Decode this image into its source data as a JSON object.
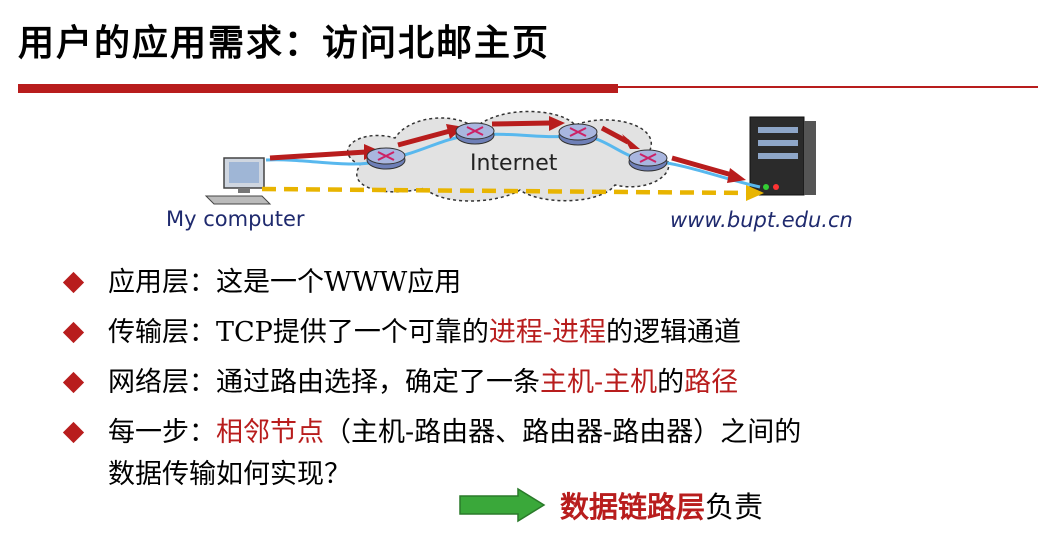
{
  "title": "用户的应用需求：访问北邮主页",
  "diagram": {
    "computer_label": "My computer",
    "internet_label": "Internet",
    "server_label": "www.bupt.edu.cn"
  },
  "bullets": [
    {
      "label": "应用层：",
      "parts": [
        "这是一个WWW应用"
      ]
    },
    {
      "label": "传输层：",
      "parts": [
        "TCP提供了一个可靠的",
        "进程-进程",
        "的逻辑通道"
      ]
    },
    {
      "label": "网络层：",
      "parts": [
        "通过路由选择，确定了一条",
        "主机-主机",
        "的",
        "路径"
      ]
    },
    {
      "label": "每一步：",
      "parts": [
        "相邻节点",
        "（主机-路由器、路由器-路由器）之间的"
      ],
      "continuation": "数据传输如何实现？"
    }
  ],
  "conclusion": {
    "emphasis": "数据链路层",
    "rest": "负责"
  },
  "colors": {
    "accent": "#b81d1d",
    "label_blue": "#1f2a6e",
    "arrow_green": "#3aa83a",
    "dash_yellow": "#e8b400"
  }
}
